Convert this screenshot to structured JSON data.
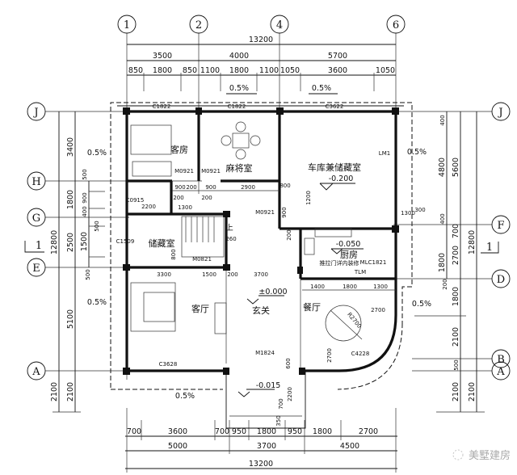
{
  "axes": {
    "top": [
      "1",
      "2",
      "4",
      "6"
    ],
    "left": [
      "J",
      "H",
      "G",
      "E",
      "A"
    ],
    "right": [
      "J",
      "F",
      "D",
      "B",
      "A"
    ]
  },
  "dims": {
    "top_total": "13200",
    "top_bays": [
      "3500",
      "4000",
      "5700"
    ],
    "top_openings": [
      "850",
      "1800",
      "850",
      "1100",
      "1800",
      "1100",
      "1050",
      "3600",
      "1050"
    ],
    "left_outer": [
      "12800",
      "2100"
    ],
    "left_bays": [
      "3400",
      "1800",
      "2500",
      "5100",
      "2100"
    ],
    "left_detail": [
      "500",
      "900",
      "400",
      "500",
      "1500",
      "500"
    ],
    "right_inner": [
      "400",
      "4800",
      "400",
      "1800",
      "200",
      "1800"
    ],
    "right_mid": [
      "5600",
      "700",
      "2700",
      "2100",
      "500",
      "2100"
    ],
    "right_outer": [
      "12800",
      "2100"
    ],
    "right_misc": [
      "1300",
      "300"
    ],
    "bottom_openings": [
      "700",
      "3600",
      "700",
      "950",
      "1800",
      "950",
      "1800",
      "2700"
    ],
    "bottom_bays": [
      "5000",
      "3700",
      "4500"
    ],
    "bottom_total": "13200"
  },
  "slopes": [
    "0.5%",
    "0.5%",
    "0.5%",
    "0.5%",
    "0.5%",
    "0.5%",
    "0.5%"
  ],
  "section_mark": "1",
  "rooms": {
    "guest_room": "客房",
    "mahjong_room": "麻将室",
    "garage_storage": "车库兼储藏室",
    "storage": "储藏室",
    "kitchen": "厨房",
    "living_room": "客厅",
    "foyer": "玄关",
    "dining_room": "餐厅"
  },
  "elevations": {
    "garage": "-0.200",
    "kitchen": "-0.050",
    "foyer": "±0.000",
    "porch": "-0.015"
  },
  "openings": {
    "c1822_a": "C1822",
    "c1822_b": "C1822",
    "c3622": "C3622",
    "lm1": "LM1",
    "m0921_a": "M0921",
    "m0921_b": "M0921",
    "m0921_c": "M0921",
    "c0915": "C0915",
    "c1509": "C1509",
    "m0821": "M0821",
    "mlc1821": "MLC1821",
    "tlm": "TLM",
    "c3628": "C3628",
    "m1824": "M1824",
    "c4228": "C4228",
    "r2700": "R2700"
  },
  "notes": {
    "sliding_door": "推拉门详内装修",
    "stair_up": "上",
    "stair_step": "260"
  },
  "interior_dims": {
    "d900a": "900",
    "d200a": "200",
    "d900b": "900",
    "d200b": "200",
    "d200c": "200",
    "d2900": "2900",
    "d800a": "800",
    "d1200": "1200",
    "d900c": "900",
    "d200d": "200",
    "d1300": "1300",
    "d2200a": "2200",
    "d800b": "800",
    "d3300": "3300",
    "d1500": "1500",
    "d200e": "200",
    "d3700": "3700",
    "d1400": "1400",
    "d1800": "1800",
    "d1300b": "1300",
    "d2700a": "2700",
    "d2700b": "2700",
    "d600": "600",
    "d2200b": "2200",
    "d700": "700",
    "d350": "350"
  },
  "watermark": "美墅建房"
}
